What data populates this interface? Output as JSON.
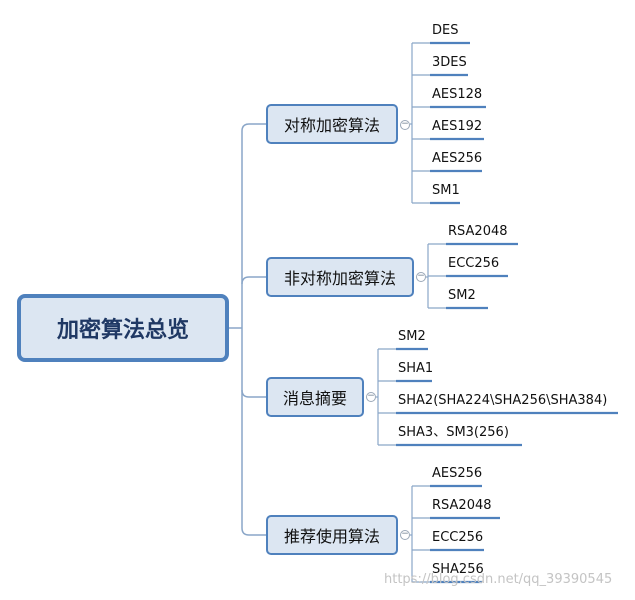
{
  "root": {
    "label": "加密算法总览"
  },
  "branches": [
    {
      "label": "对称加密算法",
      "collapse_symbol": "−",
      "leaves": [
        "DES",
        "3DES",
        "AES128",
        "AES192",
        "AES256",
        "SM1"
      ]
    },
    {
      "label": "非对称加密算法",
      "collapse_symbol": "−",
      "leaves": [
        "RSA2048",
        "ECC256",
        "SM2"
      ]
    },
    {
      "label": "消息摘要",
      "collapse_symbol": "−",
      "leaves": [
        "SM2",
        "SHA1",
        "SHA2(SHA224\\SHA256\\SHA384)",
        "SHA3、SM3(256)"
      ]
    },
    {
      "label": "推荐使用算法",
      "collapse_symbol": "−",
      "leaves": [
        "AES256",
        "RSA2048",
        "ECC256",
        "SHA256"
      ]
    }
  ],
  "watermark": "https://blog.csdn.net/qq_39390545",
  "colors": {
    "accent": "#4f81bd",
    "fill": "#dce6f2",
    "line": "#8aa6c8",
    "underline": "#4f81bd"
  }
}
